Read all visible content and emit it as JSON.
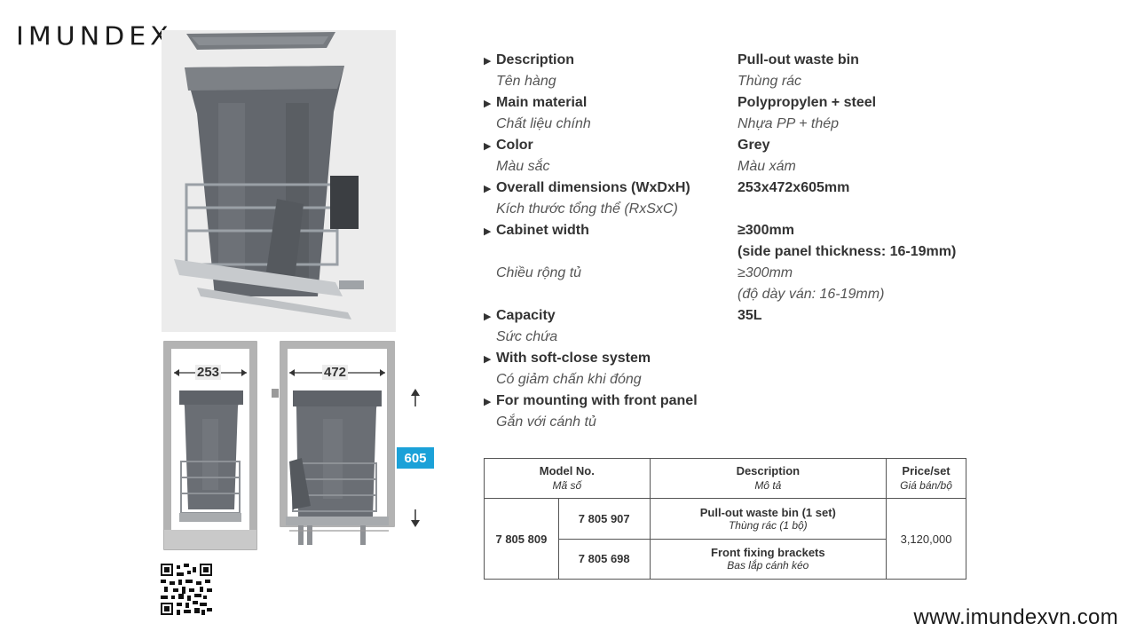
{
  "brand": {
    "logo_text": "IMUNDEX",
    "website": "www.imundexvn.com"
  },
  "drawing": {
    "width_label": "253",
    "depth_label": "472",
    "height_label": "605"
  },
  "specs": [
    {
      "label_en": "Description",
      "label_vi": "Tên hàng",
      "value_en": "Pull-out waste bin",
      "value_vi": "Thùng rác"
    },
    {
      "label_en": "Main material",
      "label_vi": "Chất liệu chính",
      "value_en": "Polypropylen + steel",
      "value_vi": "Nhựa PP + thép"
    },
    {
      "label_en": "Color",
      "label_vi": "Màu sắc",
      "value_en": "Grey",
      "value_vi": "Màu xám"
    },
    {
      "label_en": "Overall dimensions (WxDxH)",
      "label_vi": "Kích thước tổng thể (RxSxC)",
      "value_en": "253x472x605mm",
      "value_vi": ""
    },
    {
      "label_en": "Cabinet width",
      "label_vi": "Chiều rộng tủ",
      "value_en_1": "≥300mm",
      "value_en_2": "(side panel thickness: 16-19mm)",
      "value_vi_1": "≥300mm",
      "value_vi_2": "(độ dày ván: 16-19mm)"
    },
    {
      "label_en": "Capacity",
      "label_vi": "Sức chứa",
      "value_en": "35L",
      "value_vi": ""
    },
    {
      "label_en": "With soft-close system",
      "label_vi": "Có giảm chấn khi đóng"
    },
    {
      "label_en": "For mounting with front panel",
      "label_vi": "Gắn với cánh tủ"
    }
  ],
  "table": {
    "headers": [
      {
        "en": "Model No.",
        "vi": "Mã số"
      },
      {
        "en": "Description",
        "vi": "Mô tả"
      },
      {
        "en": "Price/set",
        "vi": "Giá bán/bộ"
      }
    ],
    "set_model": "7 805 809",
    "price": "3,120,000",
    "items": [
      {
        "model": "7 805 907",
        "desc_en": "Pull-out waste bin (1 set)",
        "desc_vi": "Thùng rác (1 bộ)"
      },
      {
        "model": "7 805 698",
        "desc_en": "Front fixing brackets",
        "desc_vi": "Bas lắp cánh kéo"
      }
    ]
  },
  "colors": {
    "accent": "#1ba1d8",
    "bin_grey": "#6a6e74",
    "frame_grey": "#b3b3b3"
  },
  "icons": {
    "bullet": "triangle-right-icon",
    "up": "arrow-up-icon",
    "down": "arrow-down-icon"
  }
}
